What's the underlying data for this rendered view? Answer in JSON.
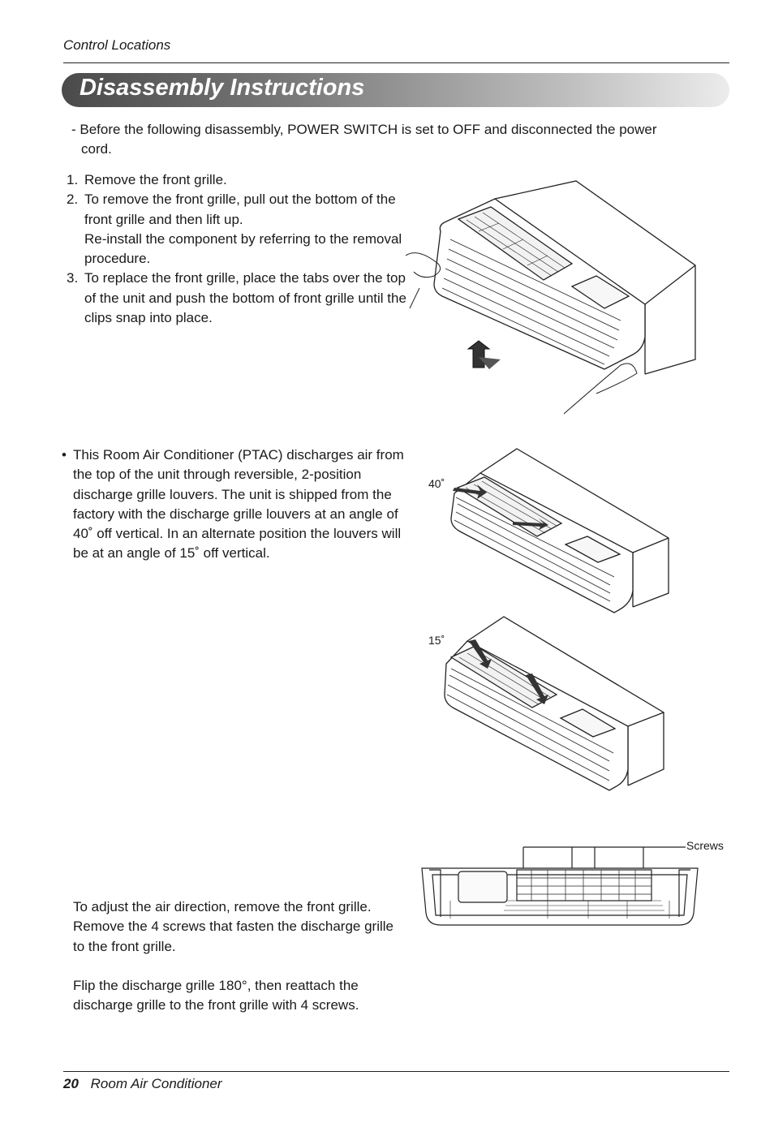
{
  "header": {
    "section": "Control Locations"
  },
  "title": "Disassembly Instructions",
  "intro": {
    "line1": "- Before the following disassembly, POWER SWITCH is set to OFF and disconnected the power",
    "line2": "cord."
  },
  "steps": [
    {
      "num": "1.",
      "text": "Remove the front grille."
    },
    {
      "num": "2.",
      "text": "To remove the front grille, pull out the bottom of the front grille and then lift up."
    },
    {
      "num": "",
      "text": "Re-install the component by referring to the removal procedure."
    },
    {
      "num": "3.",
      "text": "To replace the front grille, place the tabs over the top of the unit and push the bottom of front grille until the clips snap into place."
    }
  ],
  "bullet": {
    "symbol": "•",
    "text": "This Room Air Conditioner (PTAC) discharges air from the top of the unit through reversible, 2-position discharge grille louvers. The unit is shipped from the factory with the discharge grille louvers at an angle of 40˚ off vertical. In an alternate position the louvers will be at an angle of 15˚ off vertical."
  },
  "figure_labels": {
    "angle_40": "40˚",
    "angle_15": "15˚",
    "screws": "Screws"
  },
  "adjust": {
    "para1": "To adjust the air direction, remove the front grille. Remove the 4 screws that fasten the discharge grille to the front grille.",
    "para2": "Flip the discharge grille 180°, then reattach the discharge grille to the front grille with 4 screws."
  },
  "footer": {
    "page": "20",
    "title": "Room Air Conditioner"
  }
}
